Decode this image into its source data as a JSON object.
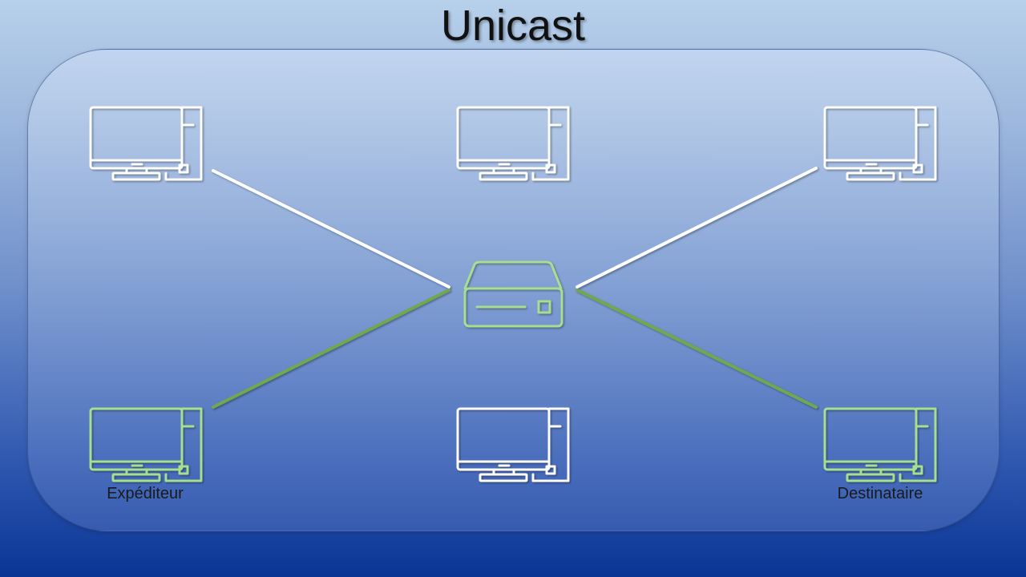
{
  "title": "Unicast",
  "labels": {
    "sender": "Expéditeur",
    "receiver": "Destinataire"
  },
  "colors": {
    "idle": "#ffffff",
    "active": "#a6e08f",
    "active_link": "#6fa84e"
  },
  "icons": {
    "computer": "desktop-computer-icon",
    "hub": "network-hub-icon"
  }
}
